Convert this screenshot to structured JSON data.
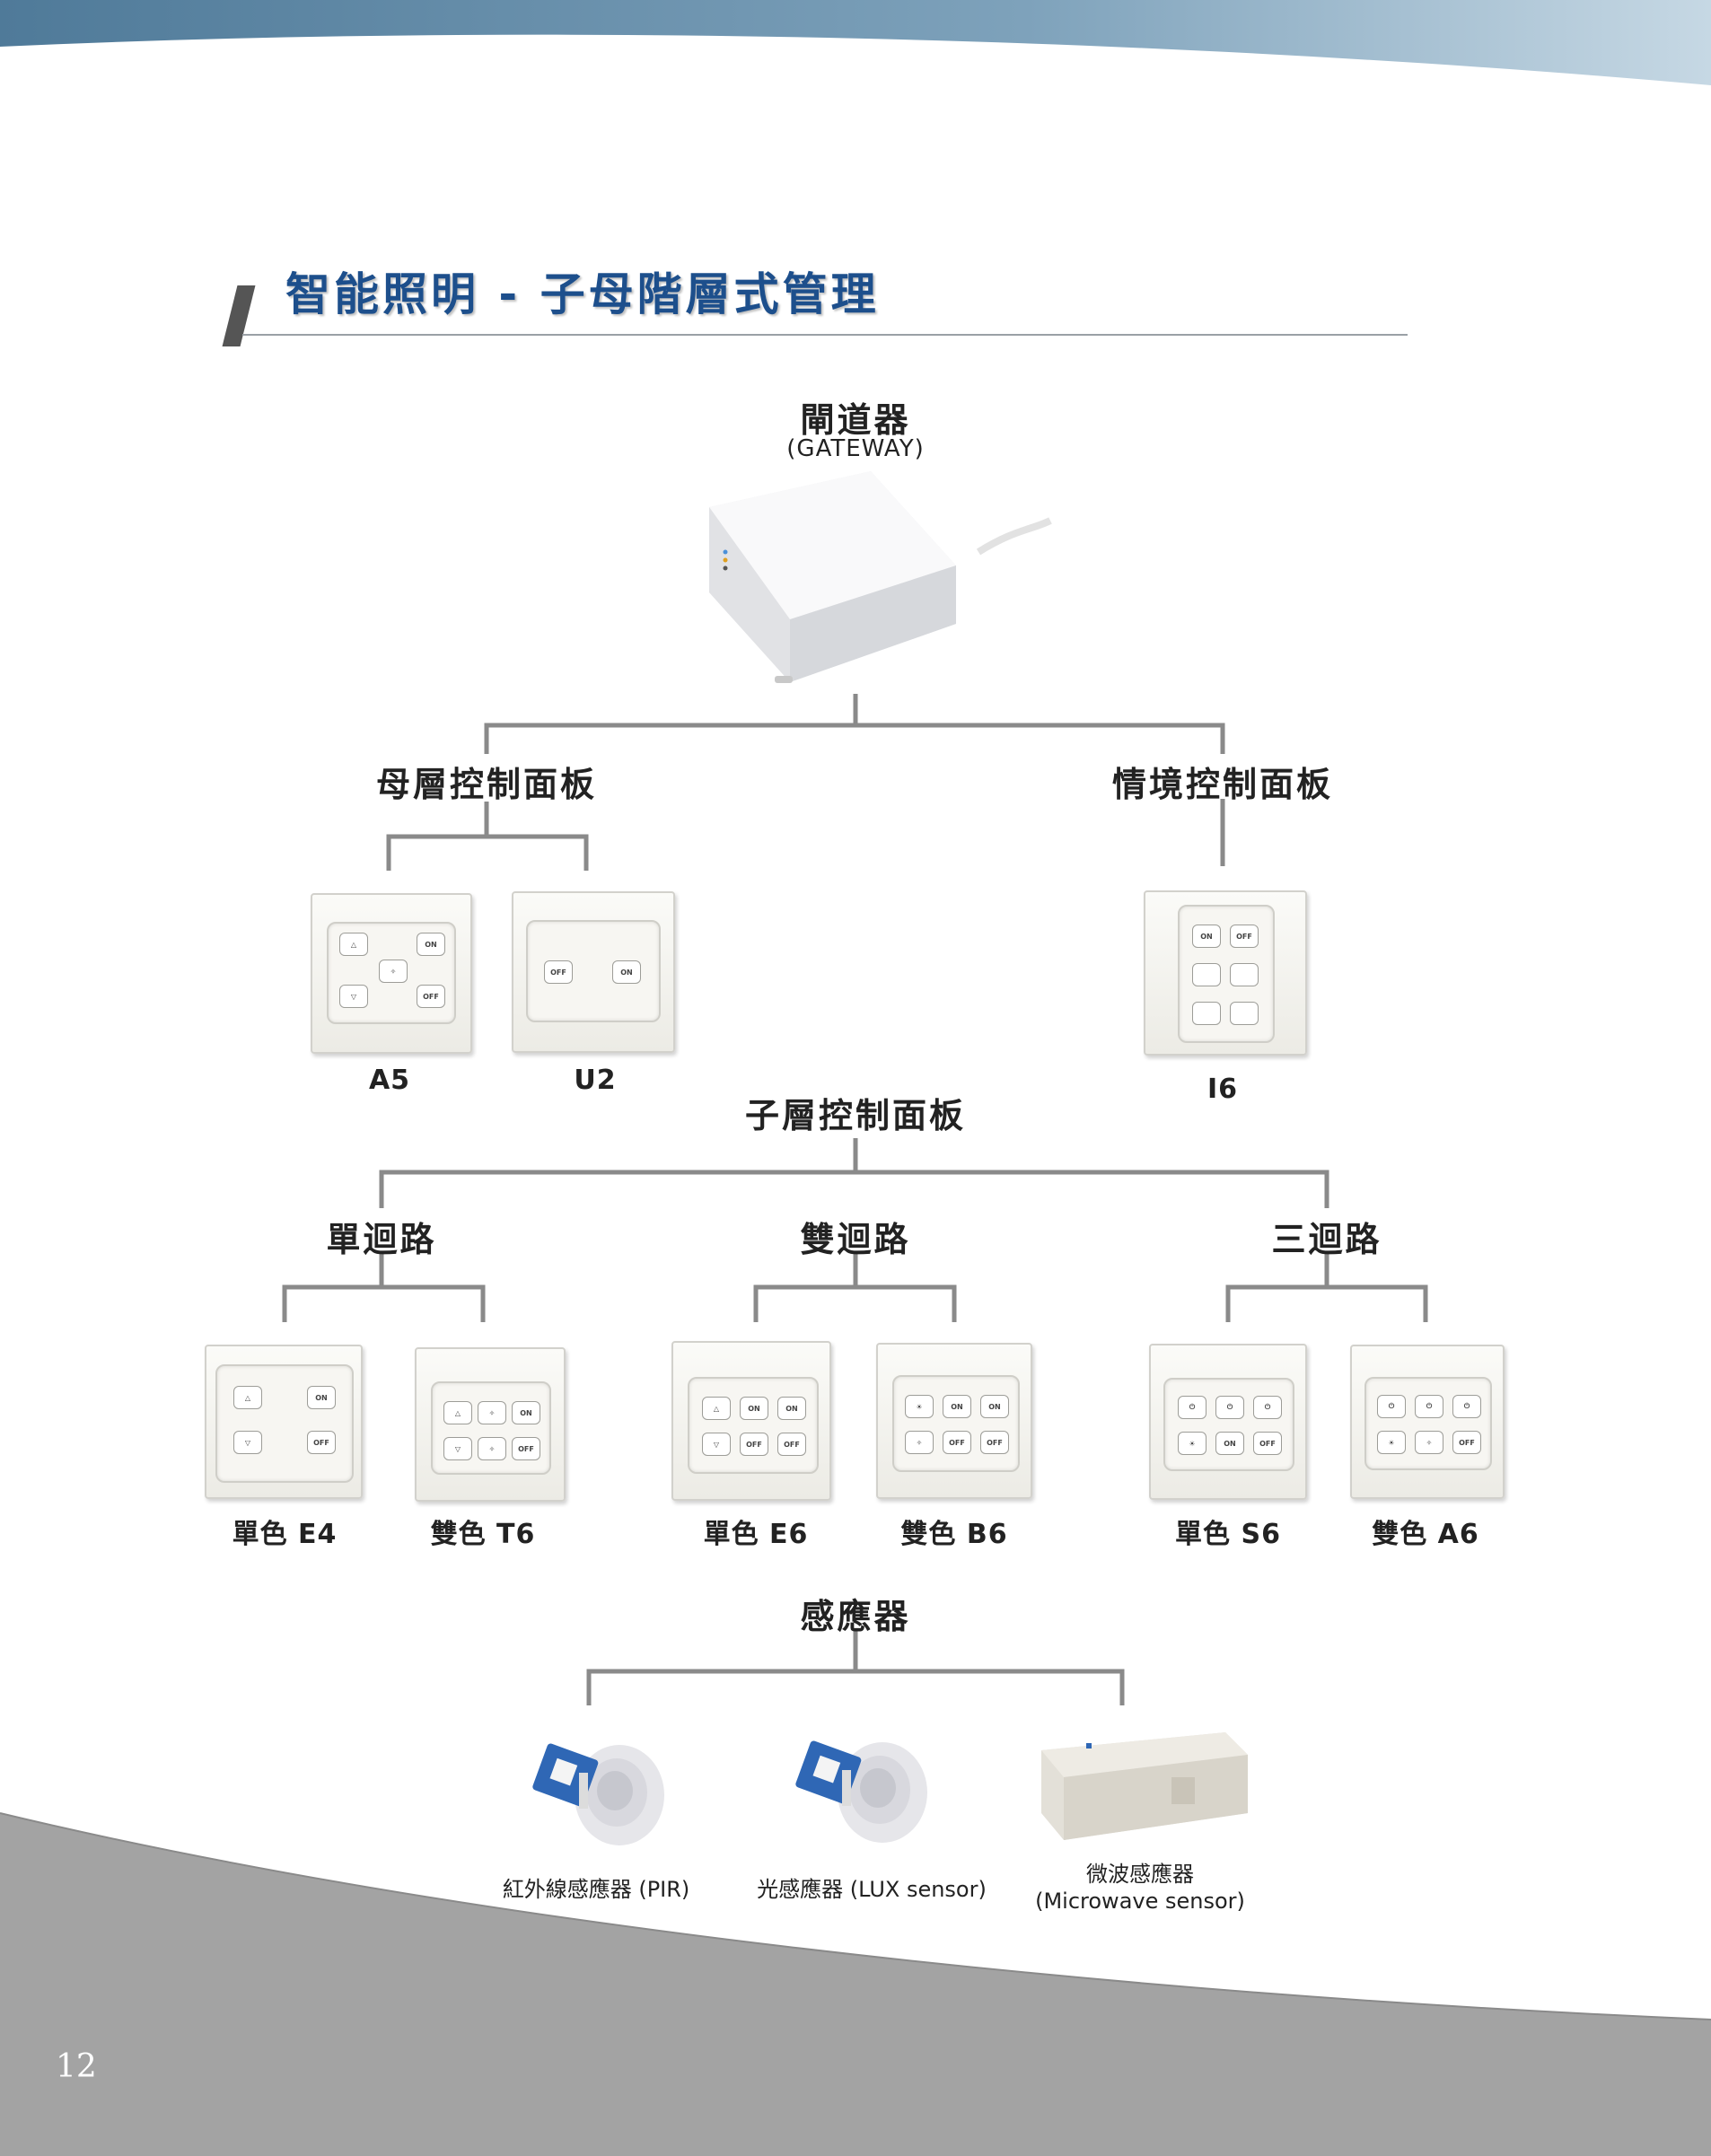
{
  "page": {
    "title": "智能照明 - 子母階層式管理",
    "page_number": "12"
  },
  "gateway": {
    "label": "閘道器",
    "sublabel": "(GATEWAY)"
  },
  "master": {
    "label": "母層控制面板",
    "panels": [
      {
        "name": "A5"
      },
      {
        "name": "U2"
      }
    ]
  },
  "scene": {
    "label": "情境控制面板",
    "panels": [
      {
        "name": "I6"
      }
    ]
  },
  "sub": {
    "label": "子層控制面板",
    "groups": [
      {
        "label": "單迴路",
        "panels": [
          {
            "name": "單色 E4"
          },
          {
            "name": "雙色 T6"
          }
        ]
      },
      {
        "label": "雙迴路",
        "panels": [
          {
            "name": "單色 E6"
          },
          {
            "name": "雙色 B6"
          }
        ]
      },
      {
        "label": "三迴路",
        "panels": [
          {
            "name": "單色 S6"
          },
          {
            "name": "雙色 A6"
          }
        ]
      }
    ]
  },
  "sensors": {
    "label": "感應器",
    "items": [
      {
        "name": "紅外線感應器 (PIR)"
      },
      {
        "name": "光感應器 (LUX sensor)"
      },
      {
        "name": "微波感應器",
        "name_line2": "(Microwave sensor)"
      }
    ]
  },
  "key_labels": {
    "on": "ON",
    "off": "OFF",
    "up": "△",
    "down": "▽",
    "dim": "✧",
    "sun": "☀",
    "power": "⏻"
  },
  "colors": {
    "title": "#1d4f8c",
    "tree_lines": "#8a8a8a",
    "top_band": "#5f86a3",
    "bottom_band": "#a3a3a3"
  }
}
